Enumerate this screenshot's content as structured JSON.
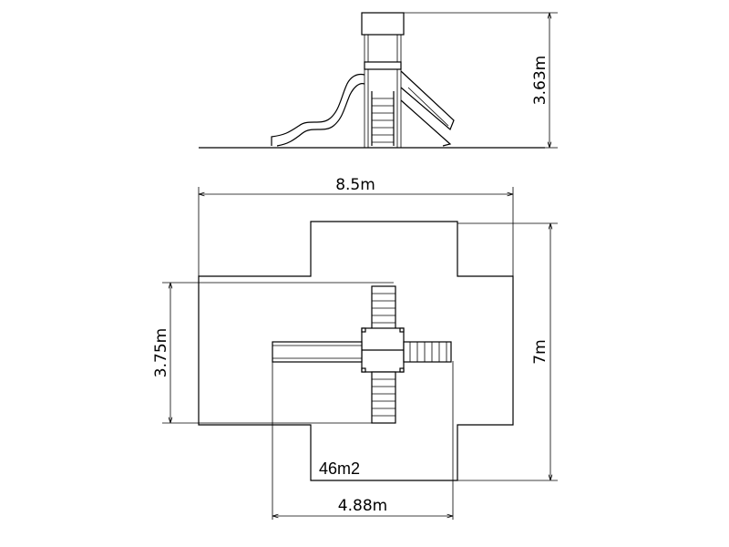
{
  "side_view": {
    "height_label": "3.63m"
  },
  "plan_view": {
    "width_label": "8.5m",
    "depth_label": "7m",
    "inner_height_label": "3.75m",
    "inner_width_label": "4.88m",
    "area_label": "46m2"
  }
}
